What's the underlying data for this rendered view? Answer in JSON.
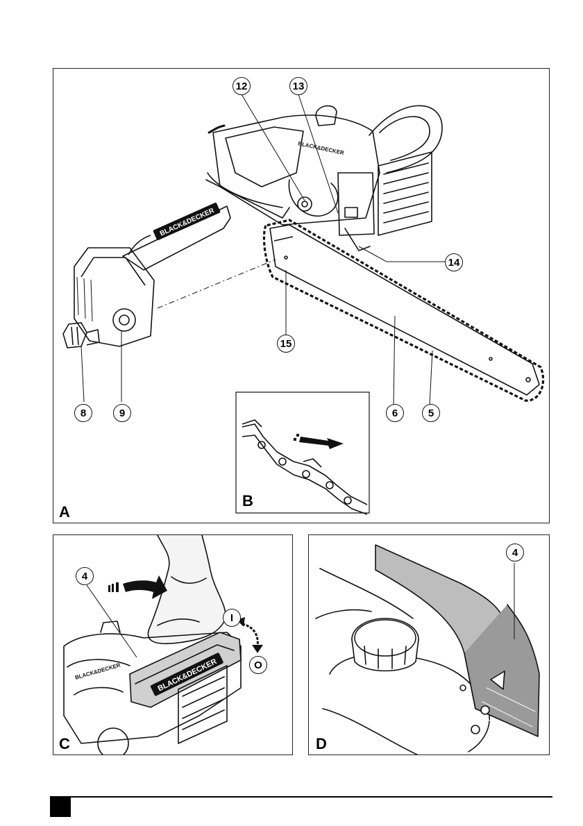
{
  "figures": {
    "A": {
      "letter": "A",
      "callouts": [
        "12",
        "13",
        "14",
        "15",
        "8",
        "9",
        "6",
        "5"
      ],
      "inset_letter": "B",
      "logos": [
        "BLACK&DECKER",
        "BLACK&DECKER"
      ]
    },
    "C": {
      "letter": "C",
      "callout": "4",
      "switch_on": "I",
      "switch_off": "O",
      "logos": [
        "BLACK&DECKER",
        "BLACK&DECKER"
      ]
    },
    "D": {
      "letter": "D",
      "callout": "4"
    }
  }
}
